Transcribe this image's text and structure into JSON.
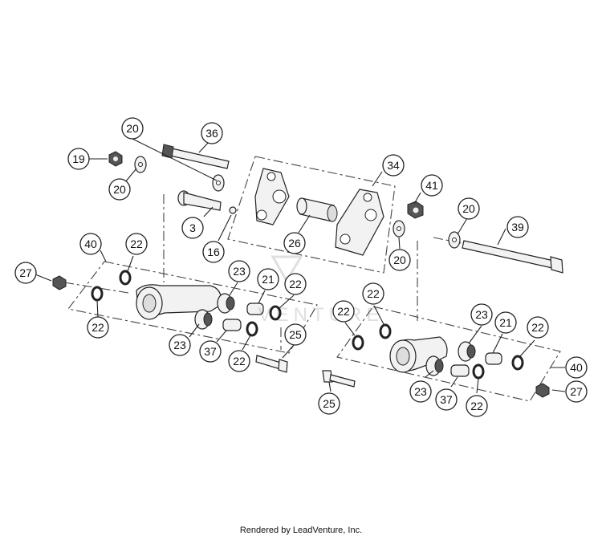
{
  "credit": "Rendered by LeadVenture, Inc.",
  "callouts": [
    {
      "label": "20"
    },
    {
      "label": "36"
    },
    {
      "label": "19"
    },
    {
      "label": "20"
    },
    {
      "label": "34"
    },
    {
      "label": "41"
    },
    {
      "label": "20"
    },
    {
      "label": "39"
    },
    {
      "label": "3"
    },
    {
      "label": "16"
    },
    {
      "label": "26"
    },
    {
      "label": "20"
    },
    {
      "label": "40"
    },
    {
      "label": "22"
    },
    {
      "label": "27"
    },
    {
      "label": "22"
    },
    {
      "label": "23"
    },
    {
      "label": "21"
    },
    {
      "label": "22"
    },
    {
      "label": "25"
    },
    {
      "label": "23"
    },
    {
      "label": "37"
    },
    {
      "label": "22"
    },
    {
      "label": "22"
    },
    {
      "label": "22"
    },
    {
      "label": "23"
    },
    {
      "label": "21"
    },
    {
      "label": "22"
    },
    {
      "label": "40"
    },
    {
      "label": "27"
    },
    {
      "label": "25"
    },
    {
      "label": "23"
    },
    {
      "label": "37"
    },
    {
      "label": "22"
    }
  ]
}
